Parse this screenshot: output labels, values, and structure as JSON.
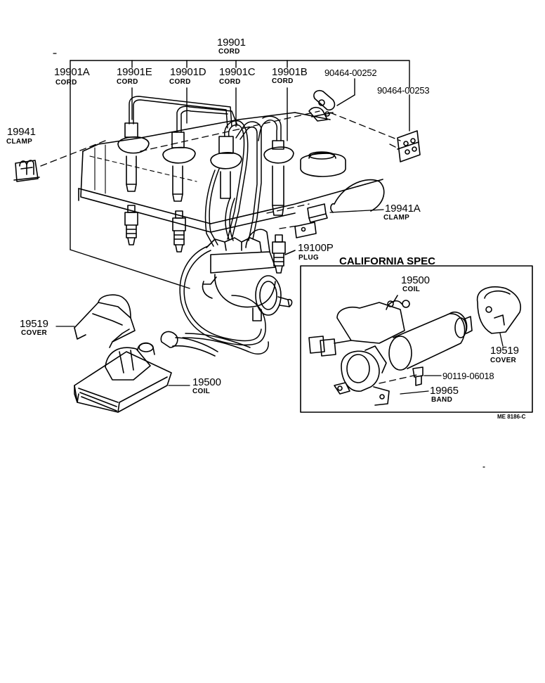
{
  "labels": {
    "cord_set": {
      "number": "19901",
      "desc": "CORD"
    },
    "cord_a": {
      "number": "19901A",
      "desc": "CORD"
    },
    "cord_e": {
      "number": "19901E",
      "desc": "CORD"
    },
    "cord_d": {
      "number": "19901D",
      "desc": "CORD"
    },
    "cord_c": {
      "number": "19901C",
      "desc": "CORD"
    },
    "cord_b": {
      "number": "19901B",
      "desc": "CORD"
    },
    "clip_252": {
      "number": "90464-00252"
    },
    "clip_253": {
      "number": "90464-00253"
    },
    "clamp": {
      "number": "19941",
      "desc": "CLAMP"
    },
    "clamp_a": {
      "number": "19941A",
      "desc": "CLAMP"
    },
    "plug": {
      "number": "19100P",
      "desc": "PLUG"
    },
    "cover": {
      "number": "19519",
      "desc": "COVER"
    },
    "coil": {
      "number": "19500",
      "desc": "COIL"
    },
    "cal_coil": {
      "number": "19500",
      "desc": "COIL"
    },
    "cal_cover": {
      "number": "19519",
      "desc": "COVER"
    },
    "bolt": {
      "number": "90119-06018"
    },
    "band": {
      "number": "19965",
      "desc": "BAND"
    }
  },
  "california_title": "CALIFORNIA SPEC",
  "drawing_code": "ME 8186-C"
}
